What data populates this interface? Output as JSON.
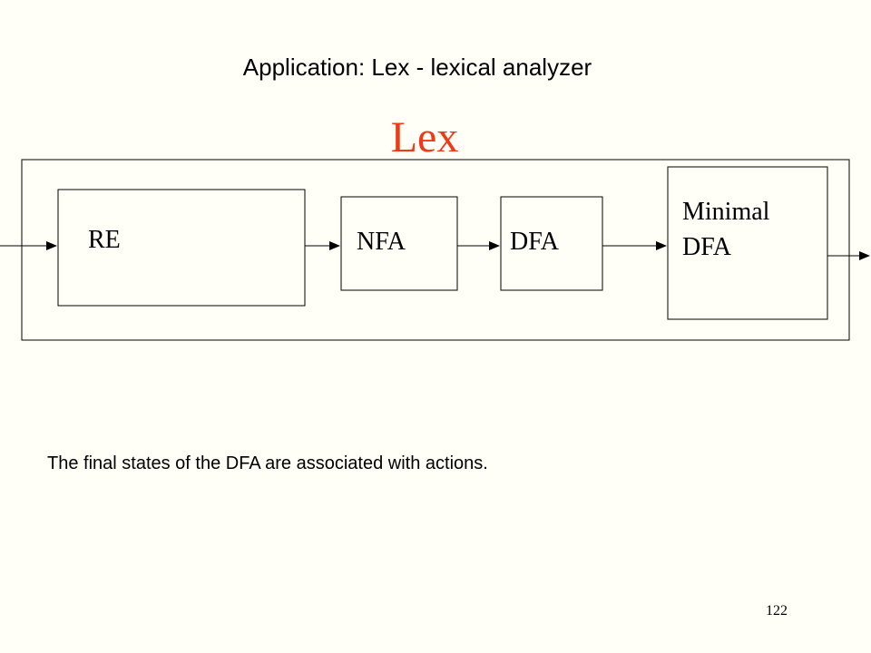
{
  "slide": {
    "title": "Application: Lex - lexical analyzer",
    "heading": "Lex",
    "caption": "The final states of the DFA are associated with actions.",
    "page_number": "122"
  },
  "diagram": {
    "boxes": {
      "re": "RE",
      "nfa": "NFA",
      "dfa": "DFA",
      "minimal_line1": "Minimal",
      "minimal_line2": "DFA"
    }
  },
  "colors": {
    "background": "#fffff7",
    "heading": "#ee3a17",
    "ink": "#000000"
  }
}
